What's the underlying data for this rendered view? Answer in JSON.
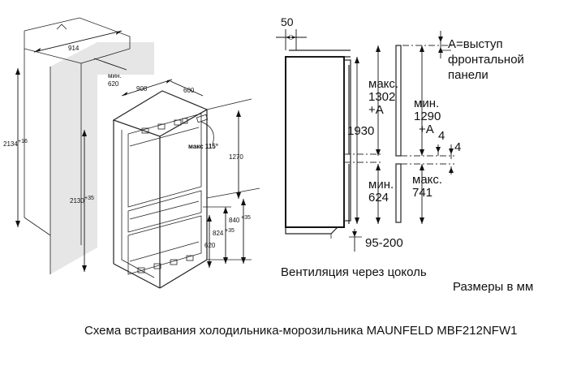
{
  "iso_view": {
    "niche_width": "914",
    "niche_depth_min": "мин.\n620",
    "unit_width": "908",
    "unit_depth": "600",
    "niche_height": "2134",
    "niche_height_tol": "+16",
    "unit_height": "2130",
    "unit_height_tol": "+35",
    "door_angle": "макс 115°",
    "upper_door_height": "1270",
    "lower_height": "840",
    "lower_height_tol": "+35",
    "lower_inner": "824",
    "lower_inner_tol": "+35",
    "bottom_height": "620"
  },
  "side_view": {
    "offset_top": "50",
    "panel_note_line1": "А=выступ",
    "panel_note_line2": "фронтальной",
    "panel_note_line3": "панели",
    "upper_max_label": "макс.",
    "upper_max_value": "1302",
    "upper_max_plus": "+А",
    "upper_min_label": "мин.",
    "upper_min_value": "1290",
    "upper_min_plus": "+А",
    "total_height": "1930",
    "gap_a": "4",
    "gap_b": "4",
    "lower_min_label": "мин.",
    "lower_min_value": "624",
    "lower_max_label": "макс.",
    "lower_max_value": "741",
    "vent_range": "95-200",
    "vent_note": "Вентиляция через цоколь",
    "units_note": "Размеры в мм"
  },
  "caption": "Схема встраивания холодильника-морозильника MAUNFELD MBF212NFW1"
}
